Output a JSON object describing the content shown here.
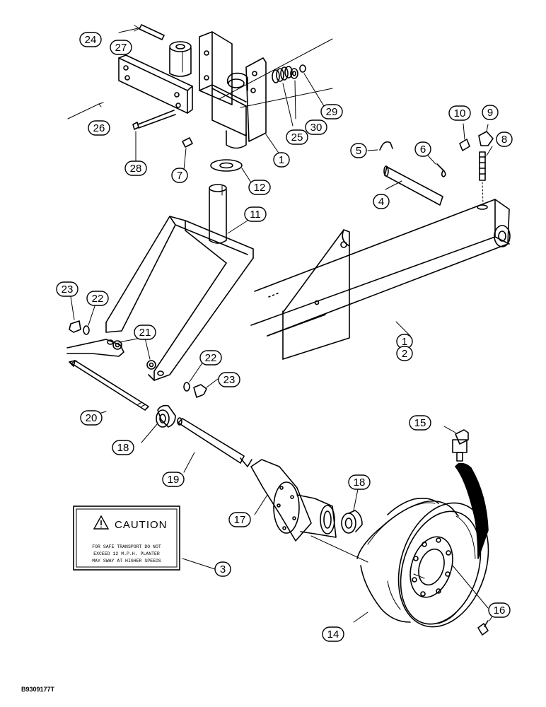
{
  "figure_id": "B9309177T",
  "decal": {
    "title": "CAUTION",
    "lines": [
      "FOR SAFE TRANSPORT DO NOT",
      "EXCEED 12 M.P.H. PLANTER",
      "MAY SWAY AT HIGHER SPEEDS"
    ]
  },
  "callouts": [
    {
      "id": "c24",
      "label": "24"
    },
    {
      "id": "c27",
      "label": "27"
    },
    {
      "id": "c26",
      "label": "26"
    },
    {
      "id": "c28",
      "label": "28"
    },
    {
      "id": "c7",
      "label": "7"
    },
    {
      "id": "c12",
      "label": "12"
    },
    {
      "id": "c1a",
      "label": "1"
    },
    {
      "id": "c25",
      "label": "25"
    },
    {
      "id": "c30",
      "label": "30"
    },
    {
      "id": "c29",
      "label": "29"
    },
    {
      "id": "c10",
      "label": "10"
    },
    {
      "id": "c9",
      "label": "9"
    },
    {
      "id": "c8",
      "label": "8"
    },
    {
      "id": "c5",
      "label": "5"
    },
    {
      "id": "c6",
      "label": "6"
    },
    {
      "id": "c4",
      "label": "4"
    },
    {
      "id": "c11",
      "label": "11"
    },
    {
      "id": "c23a",
      "label": "23"
    },
    {
      "id": "c22a",
      "label": "22"
    },
    {
      "id": "c21",
      "label": "21"
    },
    {
      "id": "c22b",
      "label": "22"
    },
    {
      "id": "c23b",
      "label": "23"
    },
    {
      "id": "c1b",
      "label": "1"
    },
    {
      "id": "c2",
      "label": "2"
    },
    {
      "id": "c20",
      "label": "20"
    },
    {
      "id": "c18a",
      "label": "18"
    },
    {
      "id": "c19",
      "label": "19"
    },
    {
      "id": "c15",
      "label": "15"
    },
    {
      "id": "c18b",
      "label": "18"
    },
    {
      "id": "c17",
      "label": "17"
    },
    {
      "id": "c3",
      "label": "3"
    },
    {
      "id": "c14",
      "label": "14"
    },
    {
      "id": "c16",
      "label": "16"
    }
  ]
}
